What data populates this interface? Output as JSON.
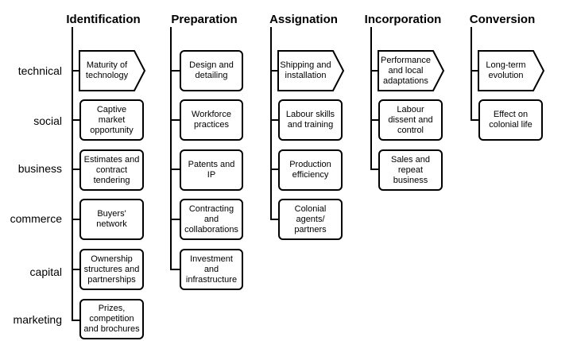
{
  "headings": {
    "identification": "Identification",
    "preparation": "Preparation",
    "assignation": "Assignation",
    "incorporation": "Incorporation",
    "conversion": "Conversion"
  },
  "rows": {
    "technical": "technical",
    "social": "social",
    "business": "business",
    "commerce": "commerce",
    "capital": "capital",
    "marketing": "marketing"
  },
  "identification": {
    "maturity": "Maturity of technology",
    "captive": "Captive market opportunity",
    "estimates": "Estimates and contract tendering",
    "buyers": "Buyers' network",
    "ownership": "Ownership structures and partnerships",
    "prizes": "Prizes, competition and brochures"
  },
  "preparation": {
    "design": "Design and detailing",
    "workforce": "Workforce practices",
    "patents": "Patents and IP",
    "contracting": "Contracting and collaborations",
    "investment": "Investment and infrastructure"
  },
  "assignation": {
    "shipping": "Shipping and installation",
    "labour": "Labour skills and training",
    "production": "Production efficiency",
    "colonial": "Colonial agents/ partners"
  },
  "incorporation": {
    "performance": "Performance and local adaptations",
    "dissent": "Labour dissent and control",
    "sales": "Sales and repeat business"
  },
  "conversion": {
    "longterm": "Long-term evolution",
    "effect": "Effect on colonial life"
  }
}
